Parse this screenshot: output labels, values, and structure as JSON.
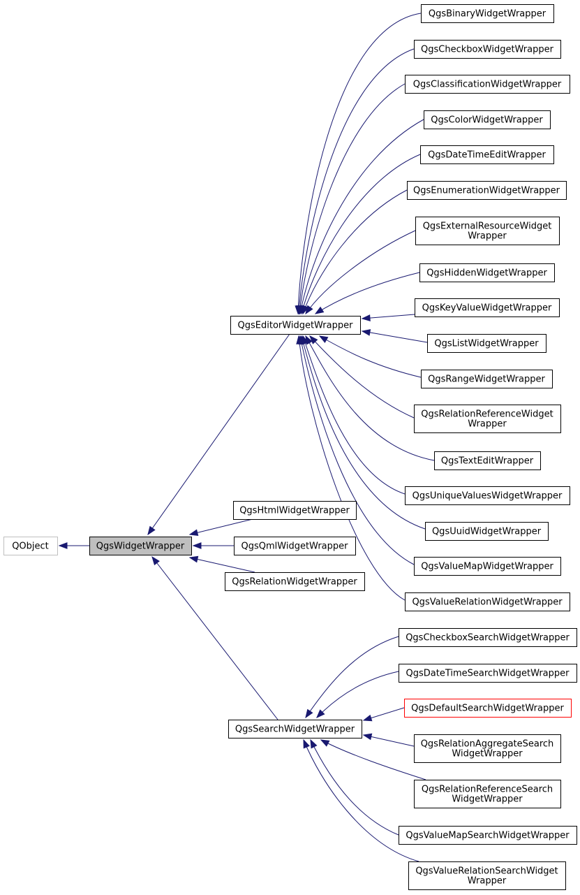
{
  "colors": {
    "edge": "#191970",
    "node_border": "#000000",
    "current_fill": "#bfbfbf",
    "external_border": "#bfbfbf",
    "undocumented_border": "#ff0000"
  },
  "nodes": [
    {
      "id": "qobject",
      "lines": [
        "QObject"
      ],
      "style": "gray"
    },
    {
      "id": "qgswidgetwrapper",
      "lines": [
        "QgsWidgetWrapper"
      ],
      "style": "current"
    },
    {
      "id": "editor",
      "lines": [
        "QgsEditorWidgetWrapper"
      ],
      "style": "normal"
    },
    {
      "id": "html",
      "lines": [
        "QgsHtmlWidgetWrapper"
      ],
      "style": "normal"
    },
    {
      "id": "qml",
      "lines": [
        "QgsQmlWidgetWrapper"
      ],
      "style": "normal"
    },
    {
      "id": "relation",
      "lines": [
        "QgsRelationWidgetWrapper"
      ],
      "style": "normal"
    },
    {
      "id": "search",
      "lines": [
        "QgsSearchWidgetWrapper"
      ],
      "style": "normal"
    },
    {
      "id": "binary",
      "lines": [
        "QgsBinaryWidgetWrapper"
      ],
      "style": "normal"
    },
    {
      "id": "checkbox",
      "lines": [
        "QgsCheckboxWidgetWrapper"
      ],
      "style": "normal"
    },
    {
      "id": "classification",
      "lines": [
        "QgsClassificationWidgetWrapper"
      ],
      "style": "normal"
    },
    {
      "id": "color",
      "lines": [
        "QgsColorWidgetWrapper"
      ],
      "style": "normal"
    },
    {
      "id": "datetime",
      "lines": [
        "QgsDateTimeEditWrapper"
      ],
      "style": "normal"
    },
    {
      "id": "enumeration",
      "lines": [
        "QgsEnumerationWidgetWrapper"
      ],
      "style": "normal"
    },
    {
      "id": "external",
      "lines": [
        "QgsExternalResourceWidget",
        "Wrapper"
      ],
      "style": "normal"
    },
    {
      "id": "hidden",
      "lines": [
        "QgsHiddenWidgetWrapper"
      ],
      "style": "normal"
    },
    {
      "id": "keyvalue",
      "lines": [
        "QgsKeyValueWidgetWrapper"
      ],
      "style": "normal"
    },
    {
      "id": "list",
      "lines": [
        "QgsListWidgetWrapper"
      ],
      "style": "normal"
    },
    {
      "id": "range",
      "lines": [
        "QgsRangeWidgetWrapper"
      ],
      "style": "normal"
    },
    {
      "id": "relref",
      "lines": [
        "QgsRelationReferenceWidget",
        "Wrapper"
      ],
      "style": "normal"
    },
    {
      "id": "textedit",
      "lines": [
        "QgsTextEditWrapper"
      ],
      "style": "normal"
    },
    {
      "id": "unique",
      "lines": [
        "QgsUniqueValuesWidgetWrapper"
      ],
      "style": "normal"
    },
    {
      "id": "uuid",
      "lines": [
        "QgsUuidWidgetWrapper"
      ],
      "style": "normal"
    },
    {
      "id": "valuemap",
      "lines": [
        "QgsValueMapWidgetWrapper"
      ],
      "style": "normal"
    },
    {
      "id": "valuerel",
      "lines": [
        "QgsValueRelationWidgetWrapper"
      ],
      "style": "normal"
    },
    {
      "id": "cbsearch",
      "lines": [
        "QgsCheckboxSearchWidgetWrapper"
      ],
      "style": "normal"
    },
    {
      "id": "dtsearch",
      "lines": [
        "QgsDateTimeSearchWidgetWrapper"
      ],
      "style": "normal"
    },
    {
      "id": "defsearch",
      "lines": [
        "QgsDefaultSearchWidgetWrapper"
      ],
      "style": "red"
    },
    {
      "id": "relaggsearch",
      "lines": [
        "QgsRelationAggregateSearch",
        "WidgetWrapper"
      ],
      "style": "normal"
    },
    {
      "id": "relrefsearch",
      "lines": [
        "QgsRelationReferenceSearch",
        "WidgetWrapper"
      ],
      "style": "normal"
    },
    {
      "id": "vmsearch",
      "lines": [
        "QgsValueMapSearchWidgetWrapper"
      ],
      "style": "normal"
    },
    {
      "id": "vrsearch",
      "lines": [
        "QgsValueRelationSearchWidget",
        "Wrapper"
      ],
      "style": "normal"
    }
  ],
  "edges": [
    {
      "from": "qgswidgetwrapper",
      "to": "qobject"
    },
    {
      "from": "editor",
      "to": "qgswidgetwrapper"
    },
    {
      "from": "html",
      "to": "qgswidgetwrapper"
    },
    {
      "from": "qml",
      "to": "qgswidgetwrapper"
    },
    {
      "from": "relation",
      "to": "qgswidgetwrapper"
    },
    {
      "from": "search",
      "to": "qgswidgetwrapper"
    },
    {
      "from": "binary",
      "to": "editor"
    },
    {
      "from": "checkbox",
      "to": "editor"
    },
    {
      "from": "classification",
      "to": "editor"
    },
    {
      "from": "color",
      "to": "editor"
    },
    {
      "from": "datetime",
      "to": "editor"
    },
    {
      "from": "enumeration",
      "to": "editor"
    },
    {
      "from": "external",
      "to": "editor"
    },
    {
      "from": "hidden",
      "to": "editor"
    },
    {
      "from": "keyvalue",
      "to": "editor"
    },
    {
      "from": "list",
      "to": "editor"
    },
    {
      "from": "range",
      "to": "editor"
    },
    {
      "from": "relref",
      "to": "editor"
    },
    {
      "from": "textedit",
      "to": "editor"
    },
    {
      "from": "unique",
      "to": "editor"
    },
    {
      "from": "uuid",
      "to": "editor"
    },
    {
      "from": "valuemap",
      "to": "editor"
    },
    {
      "from": "valuerel",
      "to": "editor"
    },
    {
      "from": "cbsearch",
      "to": "search"
    },
    {
      "from": "dtsearch",
      "to": "search"
    },
    {
      "from": "defsearch",
      "to": "search"
    },
    {
      "from": "relaggsearch",
      "to": "search"
    },
    {
      "from": "relrefsearch",
      "to": "search"
    },
    {
      "from": "vmsearch",
      "to": "search"
    },
    {
      "from": "vrsearch",
      "to": "search"
    }
  ]
}
